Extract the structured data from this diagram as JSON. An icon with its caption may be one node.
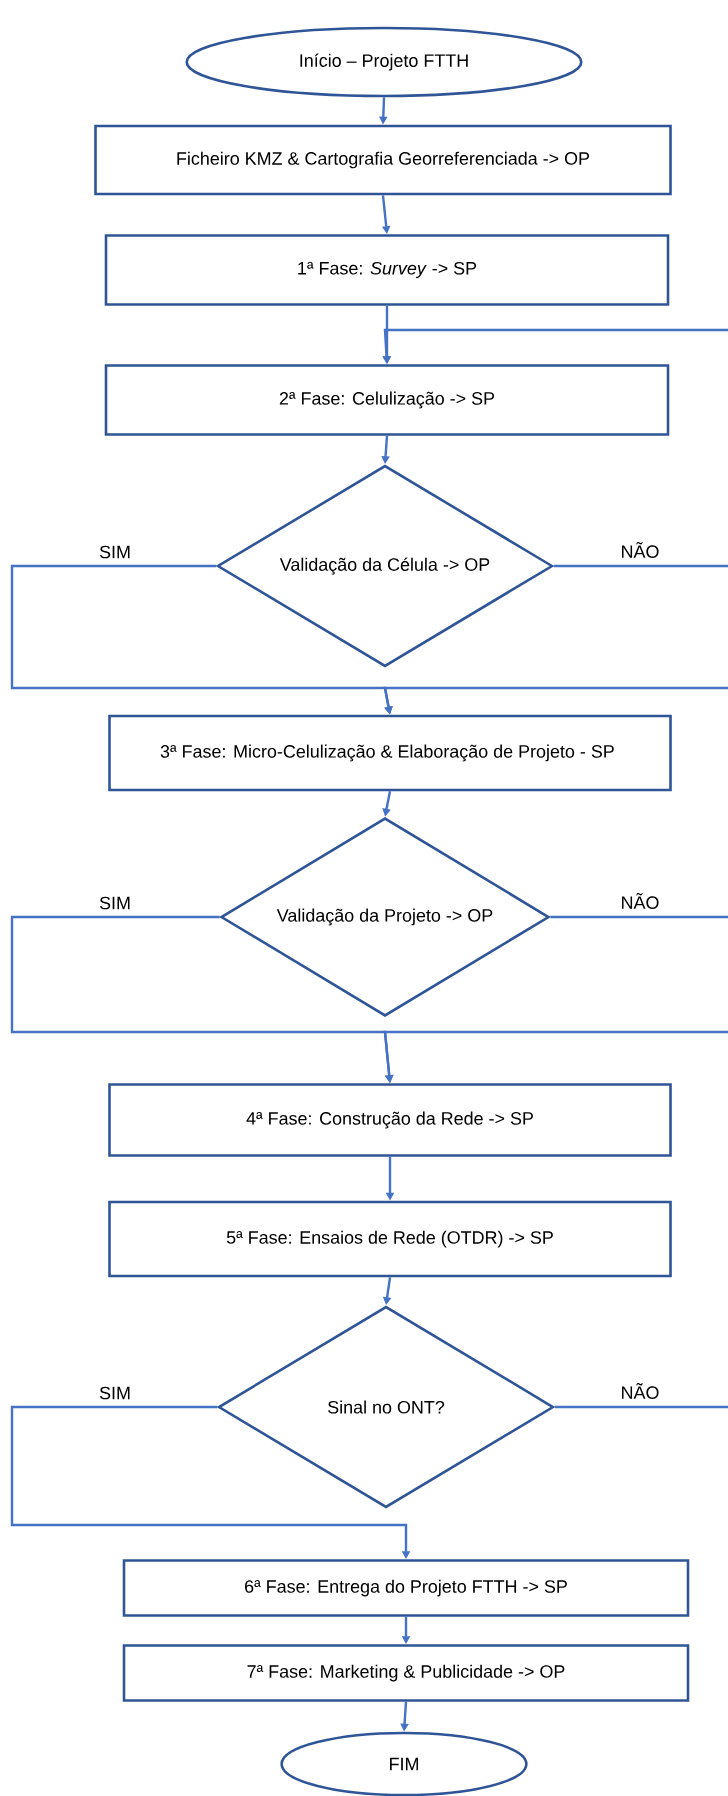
{
  "diagram": {
    "nodes": [
      {
        "text": [
          "Início – Projeto FTTH"
        ]
      },
      {
        "text": [
          "Ficheiro KMZ & Cartografia Georreferenciada -> OP"
        ]
      },
      {
        "text": [
          "1ª Fase: *Survey* -> SP"
        ]
      },
      {
        "text": [
          "2ª Fase: Celulização -> SP"
        ]
      },
      {
        "text": [
          "Validação da Célula -> OP"
        ]
      },
      {
        "text": [
          "3ª Fase: Micro-Celulização & Elaboração de Projeto - SP"
        ]
      },
      {
        "text": [
          "Validação da Projeto -> OP"
        ]
      },
      {
        "text": [
          "4ª Fase: Construção da Rede -> SP"
        ]
      },
      {
        "text": [
          "5ª Fase: Ensaios de Rede (OTDR) -> SP"
        ]
      },
      {
        "text": [
          "Sinal no ONT?"
        ]
      },
      {
        "text": [
          "6ª Fase: Entrega do Projeto FTTH -> SP"
        ]
      },
      {
        "text": [
          "7ª Fase: Marketing & Publicidade -> OP"
        ]
      },
      {
        "text": [
          "FIM"
        ]
      }
    ],
    "edges": [
      {
        "from": 0,
        "to": 1,
        "arrow": "to"
      },
      {
        "from": 1,
        "to": 2,
        "arrow": "to"
      },
      {
        "from": 2,
        "to": 3,
        "arrow": "to"
      },
      {
        "from": 3,
        "to": 4,
        "arrow": "to"
      },
      {
        "from": 4,
        "to": 5,
        "label": "SIM",
        "arrow": "to"
      },
      {
        "from": 4,
        "to": 3,
        "label": "NÃO",
        "arrow": "to"
      },
      {
        "from": 5,
        "to": 6,
        "arrow": "to"
      },
      {
        "from": 6,
        "to": 7,
        "label": "SIM",
        "arrow": "to"
      },
      {
        "from": 6,
        "to": 5,
        "label": "NÃO",
        "arrow": "to"
      },
      {
        "from": 7,
        "to": 8,
        "arrow": "to"
      },
      {
        "from": 8,
        "to": 9,
        "arrow": "to"
      },
      {
        "from": 9,
        "to": 10,
        "label": "SIM",
        "arrow": "to"
      },
      {
        "from": 9,
        "to": 7,
        "label": "NÃO",
        "arrow": "to"
      },
      {
        "from": 10,
        "to": 11,
        "arrow": "to"
      },
      {
        "from": 11,
        "to": 12,
        "arrow": "to"
      }
    ]
  }
}
